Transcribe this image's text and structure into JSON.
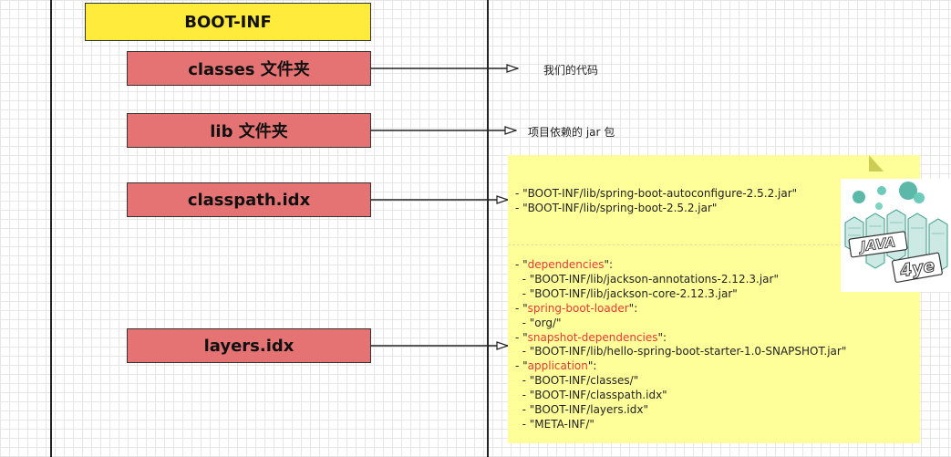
{
  "boxes": {
    "boot_inf": "BOOT-INF",
    "classes": "classes 文件夹",
    "lib": "lib 文件夹",
    "classpath": "classpath.idx",
    "layers": "layers.idx"
  },
  "annotations": {
    "classes": "我们的代码",
    "lib": "项目依赖的 jar 包"
  },
  "classpath_note": {
    "lines": [
      "- \"BOOT-INF/lib/spring-boot-autoconfigure-2.5.2.jar\"",
      "- \"BOOT-INF/lib/spring-boot-2.5.2.jar\""
    ]
  },
  "layers_note": {
    "dependencies_key": "dependencies",
    "dependencies": [
      "\"BOOT-INF/lib/jackson-annotations-2.12.3.jar\"",
      "\"BOOT-INF/lib/jackson-core-2.12.3.jar\""
    ],
    "loader_key": "spring-boot-loader",
    "loader": [
      "\"org/\""
    ],
    "snapshot_key": "snapshot-dependencies",
    "snapshot": [
      "\"BOOT-INF/lib/hello-spring-boot-starter-1.0-SNAPSHOT.jar\""
    ],
    "application_key": "application",
    "application": [
      "\"BOOT-INF/classes/\"",
      "\"BOOT-INF/classpath.idx\"",
      "\"BOOT-INF/layers.idx\"",
      "\"META-INF/\""
    ]
  },
  "logo": {
    "line1": "JAVA",
    "line2": "4ye"
  },
  "colors": {
    "yellow_box": "#ffeb3b",
    "red_box": "#e57373",
    "note_bg": "#ffff99",
    "key_red": "#e53935"
  }
}
